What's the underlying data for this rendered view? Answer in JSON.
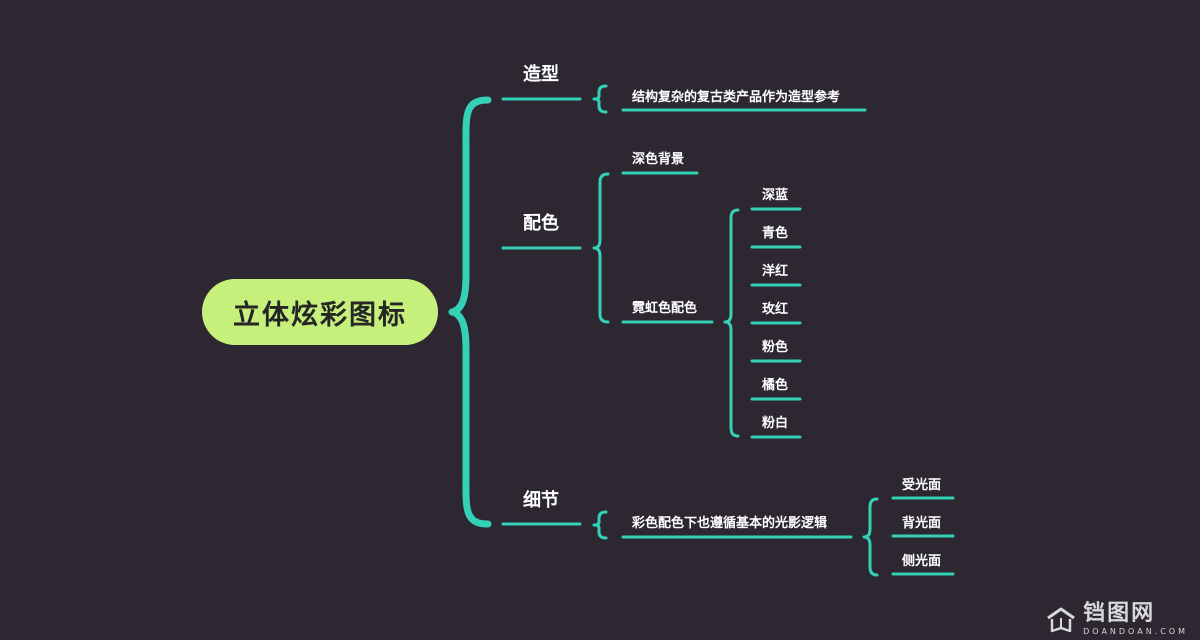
{
  "root": {
    "label": "立体炫彩图标"
  },
  "branches": [
    {
      "label": "造型",
      "children": [
        {
          "label": "结构复杂的复古类产品作为造型参考"
        }
      ]
    },
    {
      "label": "配色",
      "children": [
        {
          "label": "深色背景"
        },
        {
          "label": "霓虹色配色",
          "children": [
            "深蓝",
            "青色",
            "洋红",
            "玫红",
            "粉色",
            "橘色",
            "粉白"
          ]
        }
      ]
    },
    {
      "label": "细节",
      "children": [
        {
          "label": "彩色配色下也遵循基本的光影逻辑",
          "children": [
            "受光面",
            "背光面",
            "侧光面"
          ]
        }
      ]
    }
  ],
  "watermark": {
    "main": "铛图网",
    "sub": "DOANDOAN.COM"
  },
  "colors": {
    "background": "#2c2731",
    "line": "#34d1b7",
    "root_fill": "#c6f07c",
    "text": "#ffffff"
  },
  "icons": {
    "watermark": "book-house-icon"
  }
}
